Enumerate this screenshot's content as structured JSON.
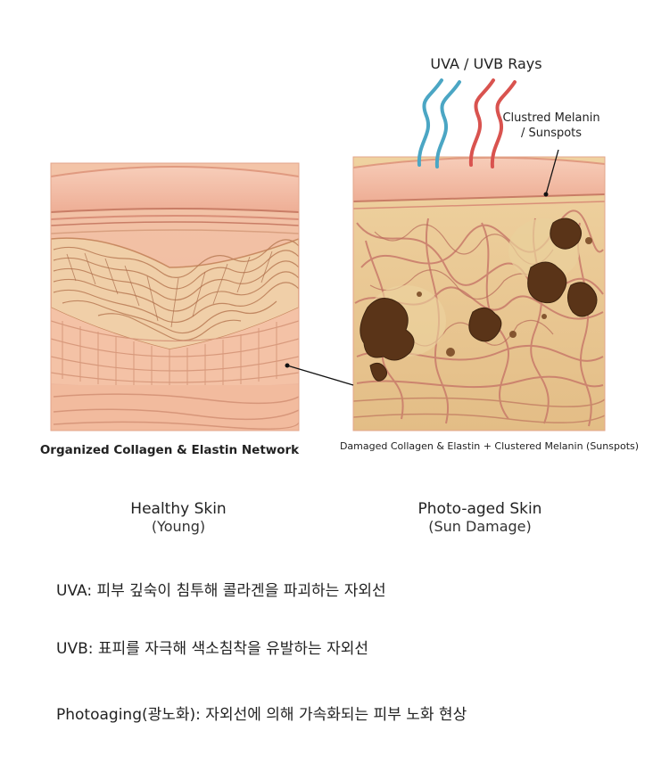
{
  "labels": {
    "rays": "UVA / UVB Rays",
    "melanin_line1": "Clustred Melanin",
    "melanin_line2": "/ Sunspots"
  },
  "captions": {
    "left": "Organized Collagen & Elastin Network",
    "right": "Damaged Collagen & Elastin + Clustered Melanin (Sunspots)"
  },
  "states": {
    "healthy_title": "Healthy Skin",
    "healthy_sub": "(Young)",
    "aged_title": "Photo-aged Skin",
    "aged_sub": "(Sun Damage)"
  },
  "definitions": [
    "UVA: 피부 깊숙이 침투해 콜라겐을 파괴하는 자외선",
    "UVB: 표피를 자극해 색소침착을 유발하는 자외선",
    "Photoaging(광노화): 자외선에 의해 가속화되는 피부 노화 현상"
  ],
  "colors": {
    "uva_ray": "#4ba6c4",
    "uvb_ray": "#d9534f",
    "skin_surface": "#f2b8a2",
    "dermis": "#f5c7b0",
    "damaged_dermis": "#e8c48a",
    "melanin": "#5a3418"
  }
}
